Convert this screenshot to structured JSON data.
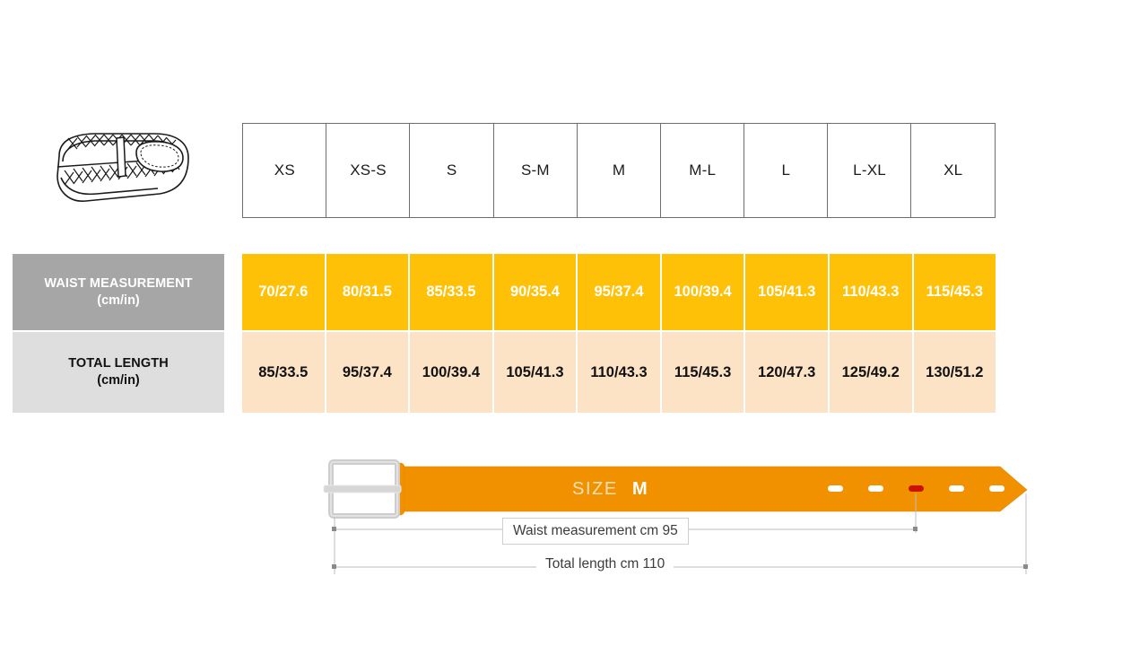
{
  "product": {
    "icon_name": "braided-belt-illustration"
  },
  "table": {
    "sizes": [
      "XS",
      "XS-S",
      "S",
      "S-M",
      "M",
      "M-L",
      "L",
      "L-XL",
      "XL"
    ],
    "rows": [
      {
        "label": "WAIST MEASUREMENT",
        "unit": "(cm/in)",
        "values": [
          "70/27.6",
          "80/31.5",
          "85/33.5",
          "90/35.4",
          "95/37.4",
          "100/39.4",
          "105/41.3",
          "110/43.3",
          "115/45.3"
        ]
      },
      {
        "label": "TOTAL LENGTH",
        "unit": "(cm/in)",
        "values": [
          "85/33.5",
          "95/37.4",
          "100/39.4",
          "105/41.3",
          "110/43.3",
          "115/45.3",
          "120/47.3",
          "125/49.2",
          "130/51.2"
        ]
      }
    ]
  },
  "diagram": {
    "size_caption": "SIZE",
    "size_value": "M",
    "waist_dimension": "Waist measurement cm 95",
    "total_dimension": "Total length cm 110",
    "holes_total": 5,
    "active_hole_index": 2
  },
  "colors": {
    "accent_amber": "#FFC107",
    "accent_peach": "#FCE3C6",
    "belt_orange": "#F29100",
    "label_gray": "#a6a6a6",
    "label_light_gray": "#dedede",
    "active_hole": "#CC1100",
    "border_gray": "#6e6e6e"
  }
}
